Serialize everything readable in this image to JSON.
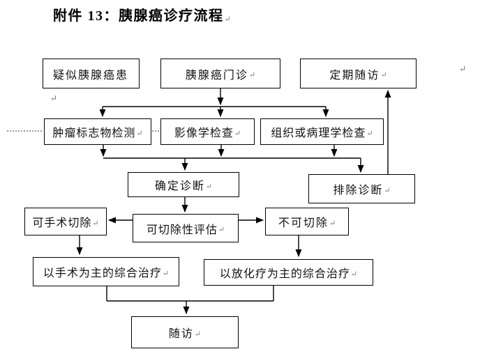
{
  "title": {
    "text": "附件 13：胰腺癌诊疗流程",
    "mark": "↵"
  },
  "glyphs": {
    "return_mark": "↵"
  },
  "nodes": [
    {
      "id": "suspected",
      "label": "疑似胰腺癌患",
      "mark": ""
    },
    {
      "id": "clinic",
      "label": "胰腺癌门诊",
      "mark": "↵"
    },
    {
      "id": "periodic",
      "label": "定期随访",
      "mark": "↵"
    },
    {
      "id": "tumor_marker",
      "label": "肿瘤标志物检测",
      "mark": "↵"
    },
    {
      "id": "imaging",
      "label": "影像学检查",
      "mark": "↵"
    },
    {
      "id": "pathology",
      "label": "组织或病理学检查",
      "mark": "↵"
    },
    {
      "id": "confirm_dx",
      "label": "确定诊断",
      "mark": "↵"
    },
    {
      "id": "exclude_dx",
      "label": "排除诊断",
      "mark": "↵"
    },
    {
      "id": "operable",
      "label": "可手术切除",
      "mark": "↵"
    },
    {
      "id": "resect_eval",
      "label": "可切除性评估",
      "mark": "↵"
    },
    {
      "id": "unresectable",
      "label": "不可切除",
      "mark": "↵"
    },
    {
      "id": "surgery_tx",
      "label": "以手术为主的综合治疗",
      "mark": "↵"
    },
    {
      "id": "chemoradio_tx",
      "label": "以放化疗为主的综合治疗",
      "mark": "↵"
    },
    {
      "id": "followup",
      "label": "随访",
      "mark": "↵"
    }
  ],
  "edges": [
    "clinic -> tumor_marker",
    "clinic -> imaging",
    "clinic -> pathology",
    "tumor_marker -> confirm_dx",
    "imaging -> confirm_dx",
    "pathology -> confirm_dx",
    "tumor_marker -> exclude_dx",
    "imaging -> exclude_dx",
    "pathology -> exclude_dx",
    "exclude_dx -> periodic",
    "confirm_dx -> resect_eval",
    "resect_eval -> operable",
    "resect_eval -> unresectable",
    "operable -> surgery_tx",
    "unresectable -> chemoradio_tx",
    "surgery_tx -> followup",
    "chemoradio_tx -> followup"
  ],
  "colors": {
    "line": "#000000",
    "box_border": "#000000",
    "background": "#ffffff"
  }
}
